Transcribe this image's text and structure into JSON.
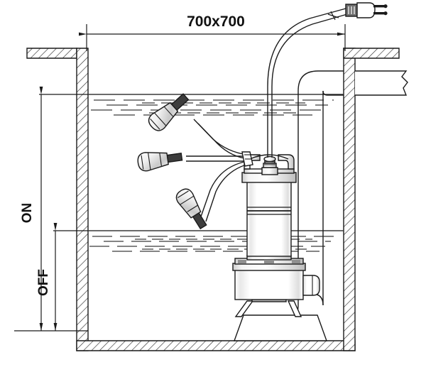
{
  "diagram": {
    "title": "Submersible pump installation sump cross-section",
    "background_color": "#ffffff",
    "line_color": "#1a1a1a",
    "hatch_color": "#333333",
    "water_color": "#444444"
  },
  "dimensions": {
    "top_label": "700x700",
    "on_label": "ON",
    "off_label": "OFF"
  },
  "icons": {
    "plug": "power-plug-icon",
    "float_high": "float-switch-icon",
    "float_mid": "float-switch-icon",
    "float_low": "float-switch-icon",
    "pump": "submersible-pump-icon",
    "discharge": "discharge-pipe-icon",
    "sump": "sump-pit-icon"
  },
  "chart_data": {
    "type": "diagram",
    "title": "700x700",
    "annotations": [
      "700x700",
      "ON",
      "OFF"
    ],
    "components": [
      {
        "name": "sump-pit",
        "label": ""
      },
      {
        "name": "high-water-level",
        "label": "ON"
      },
      {
        "name": "low-water-level",
        "label": "OFF"
      },
      {
        "name": "submersible-pump",
        "label": ""
      },
      {
        "name": "discharge-pipe",
        "label": ""
      },
      {
        "name": "power-cable-plug",
        "label": ""
      },
      {
        "name": "float-switch-upper",
        "label": ""
      },
      {
        "name": "float-switch-middle",
        "label": ""
      },
      {
        "name": "float-switch-lower",
        "label": ""
      },
      {
        "name": "pump-pedestal",
        "label": ""
      }
    ]
  }
}
